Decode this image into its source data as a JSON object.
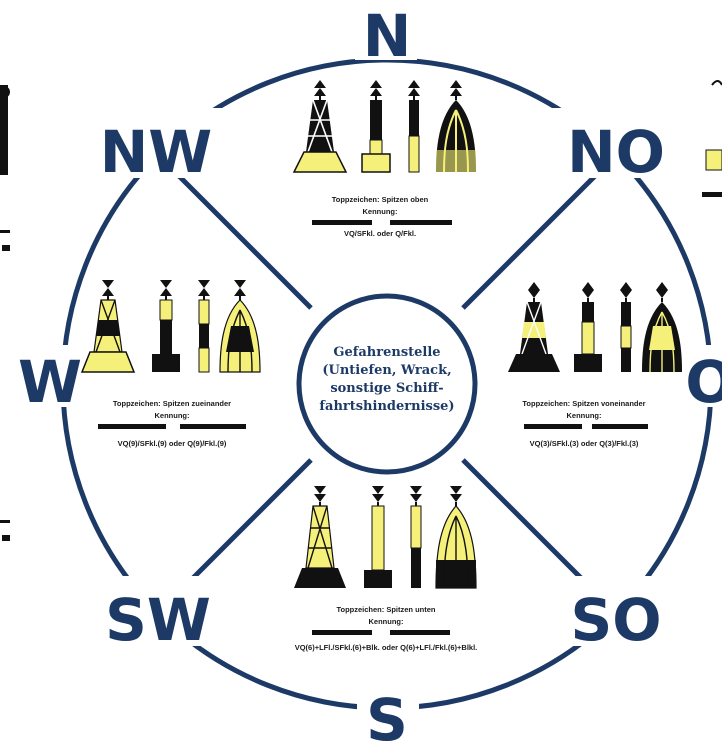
{
  "center_label": {
    "line1": "Gefahrenstelle",
    "line2": "(Untiefen, Wrack,",
    "line3": "sonstige Schiff-",
    "line4": "fahrtshindernisse)"
  },
  "directions": {
    "n": "N",
    "ne": "NO",
    "e": "O",
    "se": "SO",
    "s": "S",
    "sw": "SW",
    "w": "W",
    "nw": "NW"
  },
  "north": {
    "topmark": "Toppzeichen: Spitzen oben",
    "kennung": "Kennung:",
    "code": "VQ/SFkl. oder Q/Fkl."
  },
  "east": {
    "topmark": "Toppzeichen: Spitzen voneinander",
    "kennung": "Kennung:",
    "code": "VQ(3)/SFkl.(3) oder Q(3)/Fkl.(3)"
  },
  "south": {
    "topmark": "Toppzeichen: Spitzen unten",
    "kennung": "Kennung:",
    "code": "VQ(6)+LFl./SFkl.(6)+Blk. oder Q(6)+LFl./Fkl.(6)+Blkl."
  },
  "west": {
    "topmark": "Toppzeichen: Spitzen zueinander",
    "kennung": "Kennung:",
    "code": "VQ(9)/SFkl.(9) oder Q(9)/Fkl.(9)"
  },
  "colors": {
    "navy": "#1d3a66",
    "yellow": "#f5f07a",
    "black": "#111111"
  },
  "icons": [
    "cardinal-buoy-north",
    "cardinal-buoy-east",
    "cardinal-buoy-south",
    "cardinal-buoy-west",
    "topmark-cone"
  ]
}
